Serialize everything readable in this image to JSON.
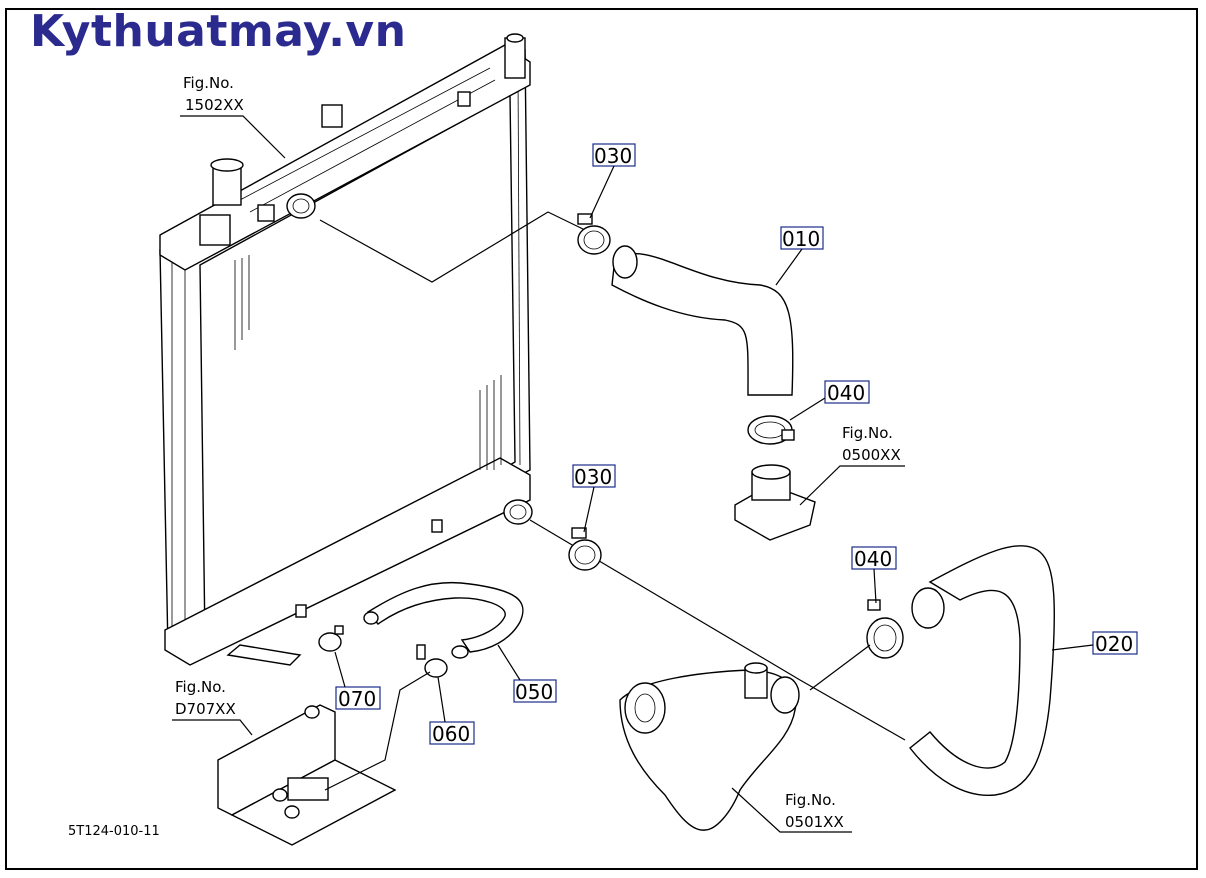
{
  "site_title": "Kythuatmay.vn",
  "drawing_code": "5T124-010-11",
  "part_labels": {
    "p030_top": "030",
    "p010": "010",
    "p040_top": "040",
    "p030_mid": "030",
    "p040_mid": "040",
    "p020": "020",
    "p050": "050",
    "p070": "070",
    "p060": "060"
  },
  "fig_refs": {
    "radiator": {
      "label": "Fig.No.",
      "code": "1502XX"
    },
    "thermostat": {
      "label": "Fig.No.",
      "code": "0500XX"
    },
    "oil_cooler": {
      "label": "Fig.No.",
      "code": "D707XX"
    },
    "water_pump": {
      "label": "Fig.No.",
      "code": "0501XX"
    }
  },
  "colors": {
    "brand": "#2b2a8f",
    "label_box": "#1a2c8a"
  }
}
